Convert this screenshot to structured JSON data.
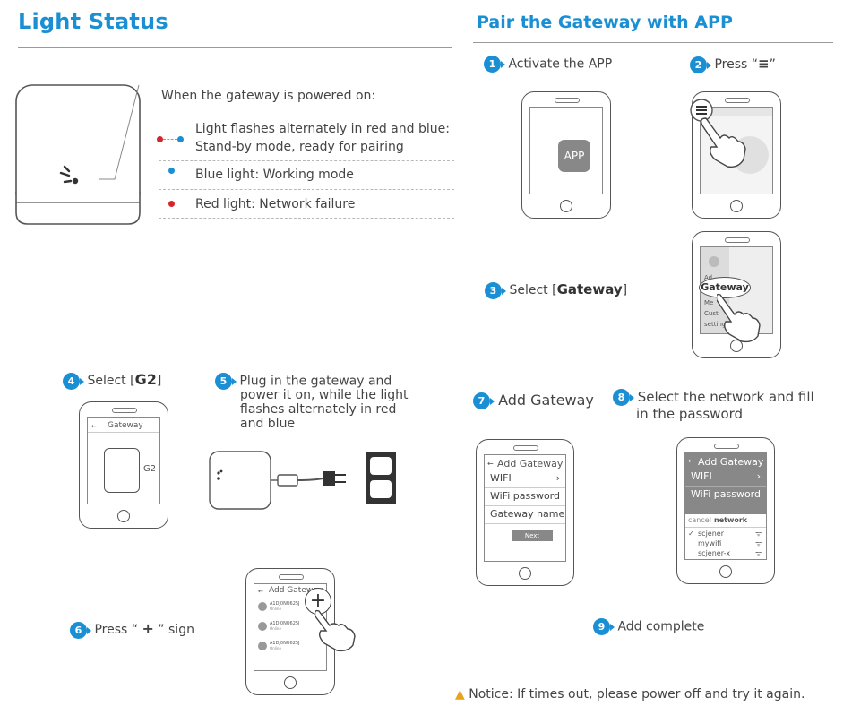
{
  "light_status": {
    "title": "Light Status",
    "powered_on": "When the gateway is powered on:",
    "alt_flash_line1": "Light flashes alternately in red and blue:",
    "alt_flash_line2": "Stand-by mode, ready for pairing",
    "blue": "Blue light: Working mode",
    "red": "Red light: Network failure",
    "colors": {
      "red": "#d6242b",
      "blue": "#1a8fd3"
    }
  },
  "pair": {
    "title": "Pair the Gateway with APP",
    "step1": {
      "num": "1",
      "label": "Activate the APP",
      "app_icon": "APP"
    },
    "step2": {
      "num": "2",
      "label_prefix": "Press “",
      "label_suffix": "”"
    },
    "step3": {
      "num": "3",
      "label_prefix": "Select [",
      "label_bold": "Gateway",
      "label_suffix": "]",
      "menu_items": [
        "Ad",
        "Gateway",
        "Me",
        "Cust",
        "setting"
      ]
    },
    "step4": {
      "num": "4",
      "label_prefix": "Select [",
      "label_bold": "G2",
      "label_suffix": "]",
      "screen_title": "Gateway",
      "model": "G2"
    },
    "step5": {
      "num": "5",
      "line1": "Plug in the gateway and",
      "line2": "power it on, while the light",
      "line3": "flashes alternately in red",
      "line4": "and blue"
    },
    "step6": {
      "num": "6",
      "label_prefix": "Press “ ",
      "label_sign": "+",
      "label_suffix": " ” sign",
      "screen_title": "Add Gateway",
      "devices": [
        {
          "name": "A1DJ0NU625J",
          "status": "Online"
        },
        {
          "name": "A1DJ0NU625J",
          "status": "Online"
        },
        {
          "name": "A1DJ0NU625J",
          "status": "Online"
        }
      ]
    },
    "step7": {
      "num": "7",
      "label": "Add Gateway",
      "screen_title": "Add Gateway",
      "wifi": "WIFI",
      "wifi_password": "WiFi password",
      "gateway_name": "Gateway name",
      "next": "Next"
    },
    "step8": {
      "num": "8",
      "line1": "Select the network and fill",
      "line2": "in the password",
      "screen_title": "Add Gateway",
      "wifi": "WIFI",
      "wifi_password": "WiFi password",
      "cancel": "cancel",
      "network": "network",
      "networks": [
        "scjener",
        "mywifi",
        "scjener-x"
      ]
    },
    "step9": {
      "num": "9",
      "label": "Add complete"
    }
  },
  "notice": "Notice: If times out, please power off and try it again."
}
